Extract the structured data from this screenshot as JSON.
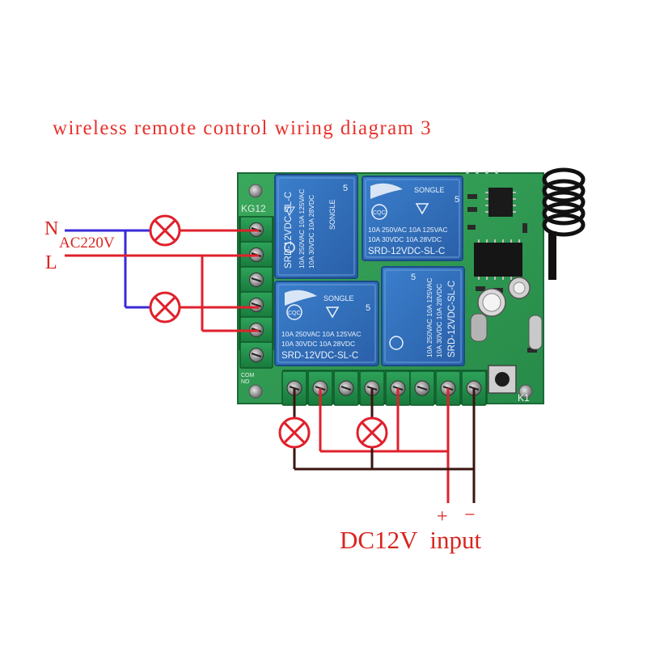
{
  "title": "wireless remote control wiring diagram 3",
  "mains": {
    "n_label": "N",
    "l_label": "L",
    "voltage_label": "AC220V"
  },
  "dc": {
    "plus_label": "+",
    "minus_label": "−",
    "input_label": "DC12V  input"
  },
  "board": {
    "model_text": "KG12",
    "button_label": "K1",
    "terminal_labels": [
      "COM",
      "NO"
    ]
  },
  "relay": {
    "brand": "SONGLE",
    "part": "SRD-12VDC-SL-C",
    "rating_1": "10A 250VAC   10A 125VAC",
    "rating_2": "10A  30VDC   10A  28VDC",
    "cert": "CQC",
    "pins": "5"
  },
  "colors": {
    "title": "#e8322c",
    "label": "#d8251e",
    "neutral_wire": "#3a2ad8",
    "live_wire": "#e0202c",
    "dc_negative_wire": "#3a1410",
    "lamp": "#e0202c",
    "pcb": "#2f9a52",
    "relay": "#2f6fb9",
    "terminal": "#1f8a4a"
  },
  "icons": [
    "lamp-icon",
    "relay-icon",
    "antenna-icon",
    "capacitor-icon",
    "push-button-icon"
  ]
}
